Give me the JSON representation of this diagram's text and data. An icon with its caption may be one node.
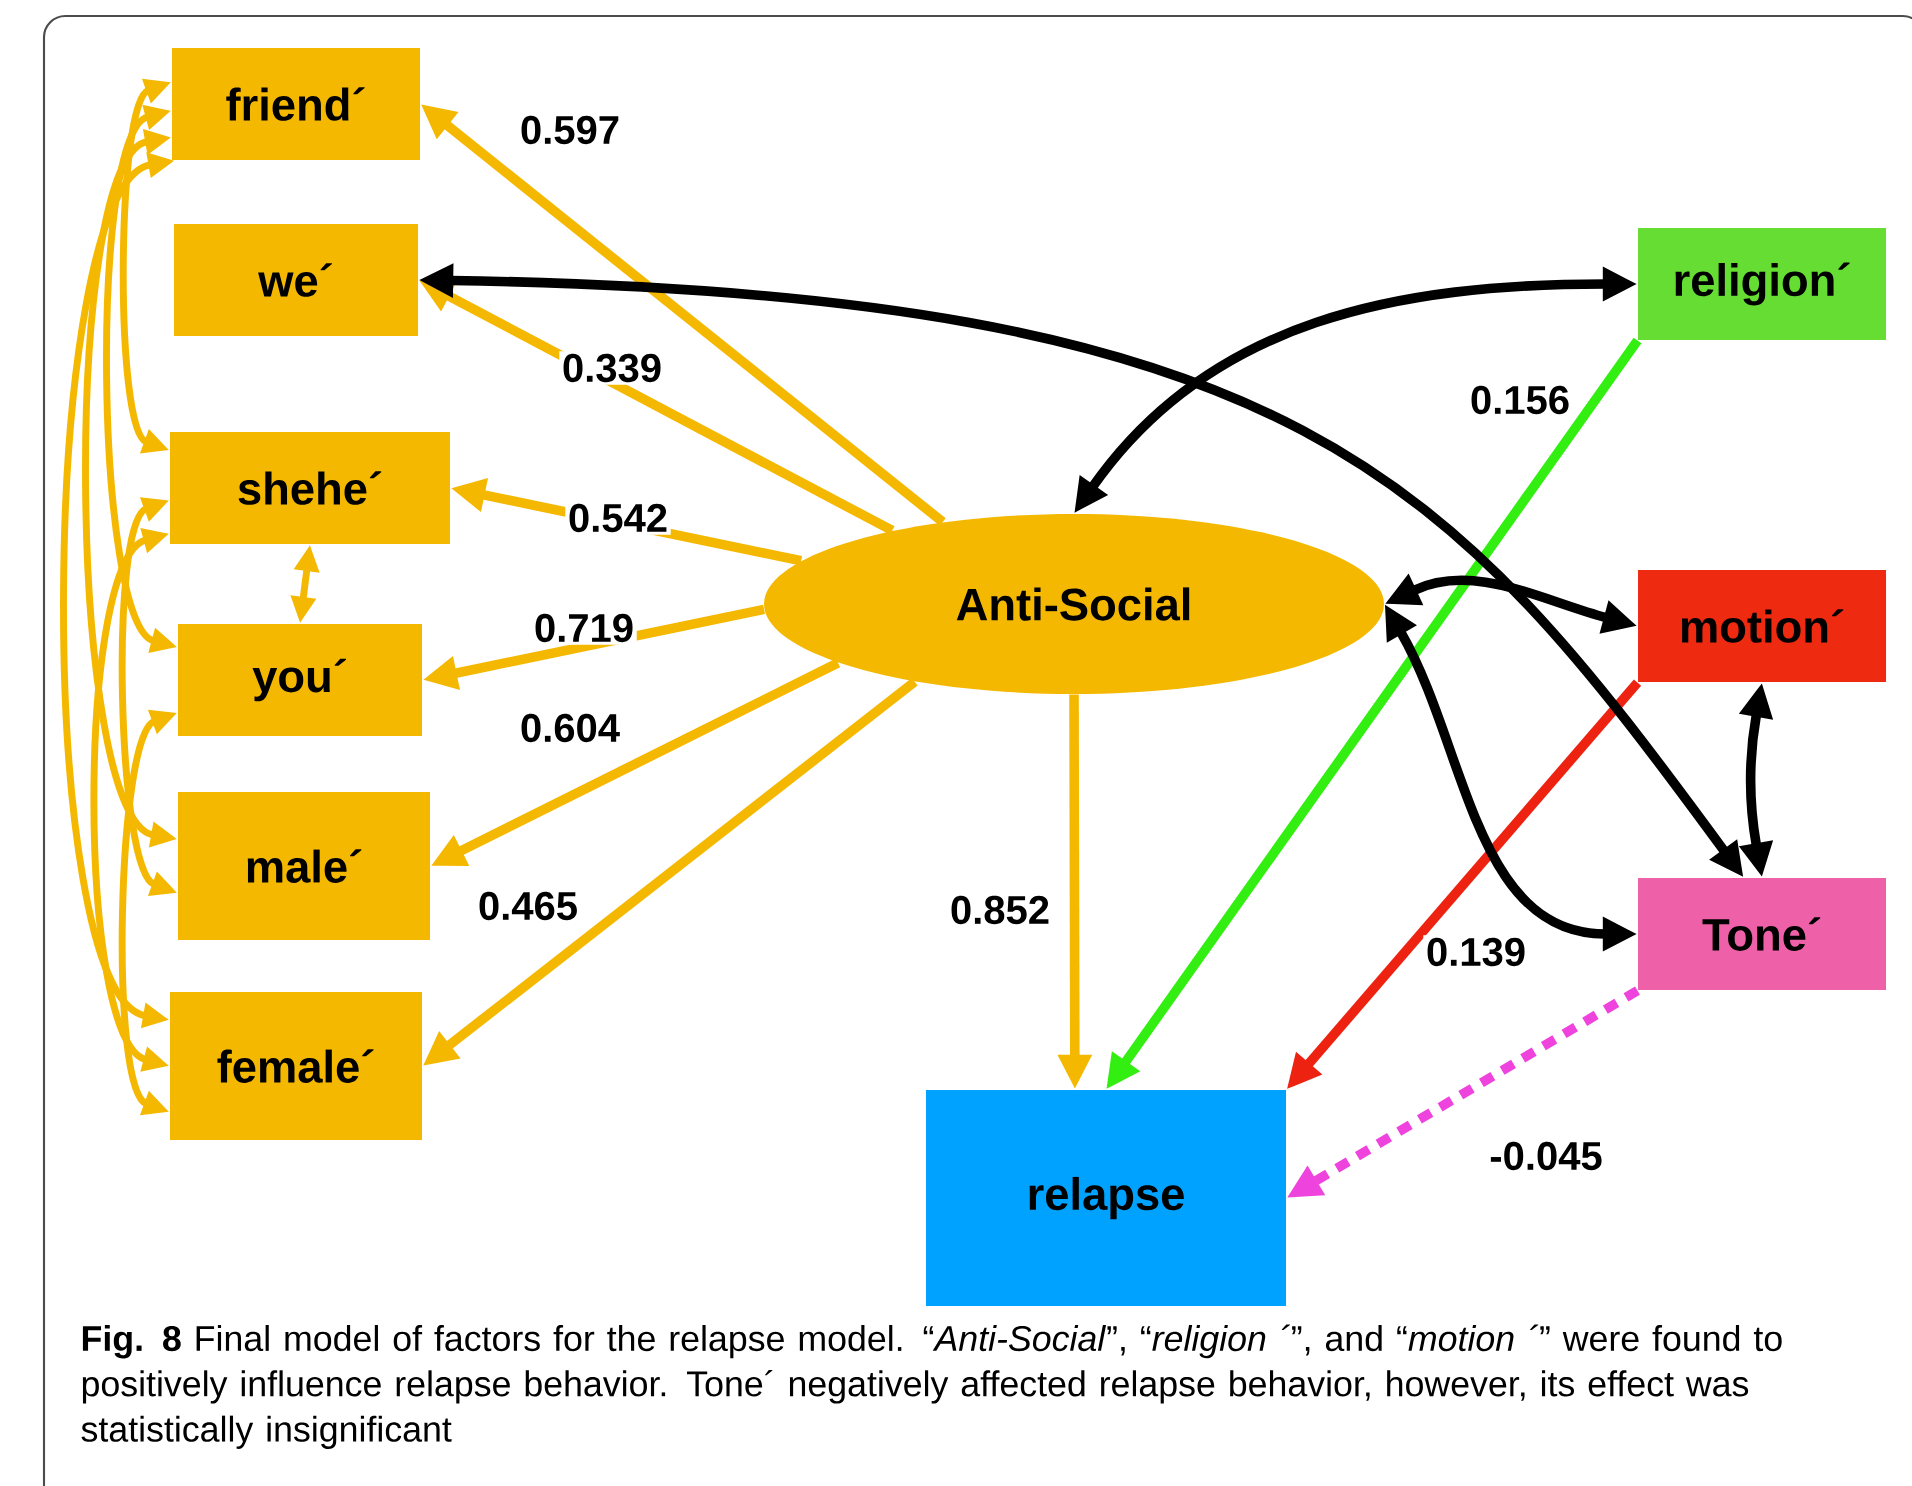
{
  "diagram": {
    "caption": "**Fig. 8** Final model of factors for the relapse model. “*Anti-Social*”, “*religion ´*”, and “*motion ´*” were found to positively influence relapse behavior. Tone´ negatively affected relapse behavior, however, its effect was statistically insignificant",
    "nodes": [
      {
        "text": [
          "friend´"
        ]
      },
      {
        "text": [
          "we´"
        ]
      },
      {
        "text": [
          "shehe´"
        ]
      },
      {
        "text": [
          "you´"
        ]
      },
      {
        "text": [
          "male´"
        ]
      },
      {
        "text": [
          "female´"
        ]
      },
      {
        "text": [
          "Anti-Social"
        ]
      },
      {
        "text": [
          "religion´"
        ]
      },
      {
        "text": [
          "motion´"
        ]
      },
      {
        "text": [
          "Tone´"
        ]
      },
      {
        "text": [
          "relapse"
        ]
      }
    ],
    "edges": [
      {
        "from": 6,
        "to": 0,
        "arrow": "to",
        "label": "0.597",
        "color": "#f5b800"
      },
      {
        "from": 6,
        "to": 1,
        "arrow": "to",
        "label": "0.339",
        "color": "#f5b800"
      },
      {
        "from": 6,
        "to": 2,
        "arrow": "to",
        "label": "0.542",
        "color": "#f5b800"
      },
      {
        "from": 6,
        "to": 3,
        "arrow": "to",
        "label": "0.719",
        "color": "#f5b800"
      },
      {
        "from": 6,
        "to": 4,
        "arrow": "to",
        "label": "0.604",
        "color": "#f5b800"
      },
      {
        "from": 6,
        "to": 5,
        "arrow": "to",
        "label": "0.465",
        "color": "#f5b800"
      },
      {
        "from": 6,
        "to": 10,
        "arrow": "to",
        "label": "0.852",
        "color": "#f5b800"
      },
      {
        "from": 7,
        "to": 10,
        "arrow": "to",
        "label": "0.156",
        "color": "#33ee11"
      },
      {
        "from": 8,
        "to": 10,
        "arrow": "to",
        "label": "0.139",
        "color": "#ee2211"
      },
      {
        "from": 9,
        "to": 10,
        "arrow": "to",
        "label": "-0.045",
        "style": "dashed",
        "color": "#ee44dd"
      },
      {
        "from": 1,
        "to": 9,
        "arrow": "both",
        "color": "#000000"
      },
      {
        "from": 6,
        "to": 7,
        "arrow": "both",
        "color": "#000000"
      },
      {
        "from": 6,
        "to": 8,
        "arrow": "both",
        "color": "#000000"
      },
      {
        "from": 6,
        "to": 9,
        "arrow": "both",
        "color": "#000000"
      },
      {
        "from": 8,
        "to": 9,
        "arrow": "both",
        "color": "#000000"
      },
      {
        "from": 0,
        "to": 2,
        "arrow": "both",
        "color": "#f5b800"
      },
      {
        "from": 0,
        "to": 3,
        "arrow": "both",
        "color": "#f5b800"
      },
      {
        "from": 0,
        "to": 4,
        "arrow": "both",
        "color": "#f5b800"
      },
      {
        "from": 0,
        "to": 5,
        "arrow": "both",
        "color": "#f5b800"
      },
      {
        "from": 2,
        "to": 3,
        "arrow": "both",
        "color": "#f5b800"
      },
      {
        "from": 2,
        "to": 4,
        "arrow": "both",
        "color": "#f5b800"
      },
      {
        "from": 2,
        "to": 5,
        "arrow": "both",
        "color": "#f5b800"
      },
      {
        "from": 3,
        "to": 5,
        "arrow": "both",
        "color": "#f5b800"
      }
    ]
  }
}
